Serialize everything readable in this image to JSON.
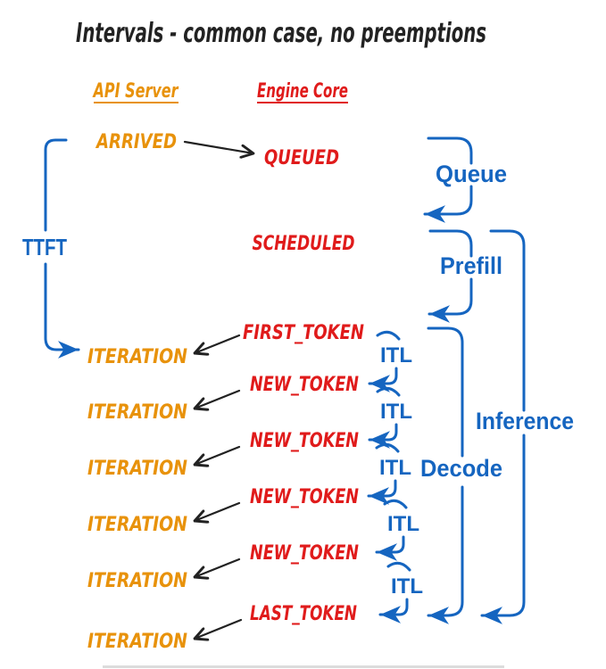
{
  "title": "Intervals - common case, no preemptions",
  "columns": {
    "api_server": "API Server",
    "engine_core": "Engine Core"
  },
  "events": {
    "arrived": "ARRIVED",
    "queued": "QUEUED",
    "scheduled": "SCHEDULED",
    "first_token": "FIRST_TOKEN",
    "new_token": "NEW_TOKEN",
    "last_token": "LAST_TOKEN",
    "iteration": "ITERATION"
  },
  "intervals": {
    "ttft": "TTFT",
    "queue": "Queue",
    "prefill": "Prefill",
    "itl": "ITL",
    "decode": "Decode",
    "inference": "Inference"
  },
  "colors": {
    "c-api": "#E8920B",
    "c-engine": "#E01B1B",
    "c-interval": "#1565C0",
    "c-ink": "#222222"
  }
}
